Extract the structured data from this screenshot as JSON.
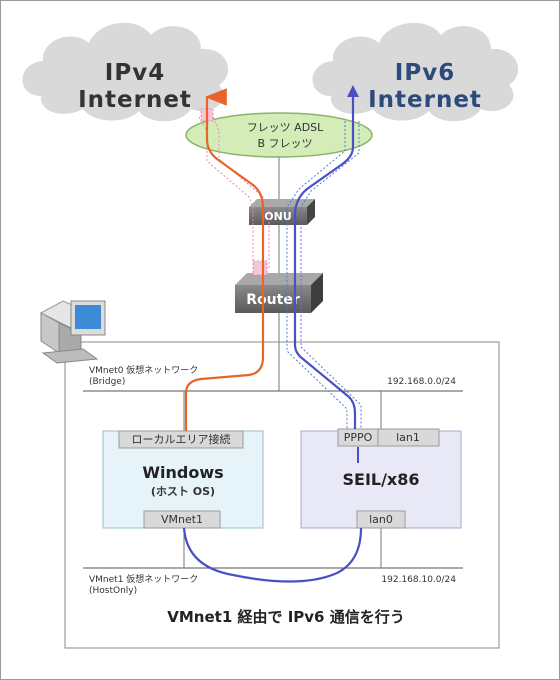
{
  "clouds": {
    "ipv4": {
      "line1": "IPv4",
      "line2": "Internet"
    },
    "ipv6": {
      "line1": "IPv6",
      "line2": "Internet"
    }
  },
  "flets": {
    "line1": "フレッツ ADSL",
    "line2": "B フレッツ"
  },
  "devices": {
    "onu": "ONU",
    "router": "Router"
  },
  "vmnet0": {
    "line1": "VMnet0 仮想ネットワーク",
    "line2": "(Bridge)",
    "subnet": "192.168.0.0/24"
  },
  "vmnet1": {
    "line1": "VMnet1 仮想ネットワーク",
    "line2": "(HostOnly)",
    "subnet": "192.168.10.0/24"
  },
  "windows": {
    "top_label": "ローカルエリア接続",
    "title": "Windows",
    "subtitle": "(ホスト OS)",
    "bottom_label": "VMnet1"
  },
  "seil": {
    "pppo_label": "PPPO",
    "lan1_label": "lan1",
    "title": "SEIL/x86",
    "lan0_label": "lan0"
  },
  "caption": "VMnet1 経由で IPv6 通信を行う",
  "colors": {
    "ipv4_path": "#e8642a",
    "ipv6_path": "#4a4fc4",
    "ipv4_text": "#333333",
    "ipv6_text": "#2e4a7a"
  }
}
